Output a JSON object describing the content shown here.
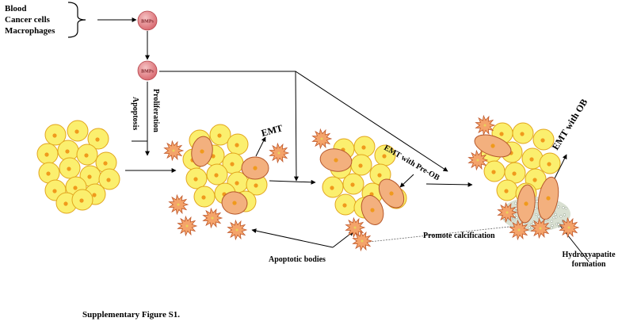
{
  "sources": [
    "Blood",
    "Cancer cells",
    "Macrophages"
  ],
  "bmp_label": "BMPs",
  "side_labels": {
    "apoptosis": "Apoptosis",
    "proliferation": "Proliferation"
  },
  "stage_labels": {
    "emt": "EMT",
    "emt_pre_ob": "EMT with Pre-OB",
    "emt_ob": "EMT with OB"
  },
  "bottom_labels": {
    "apoptotic_bodies": "Apoptotic bodies",
    "promote_calcification": "Promote calcification",
    "hydroxyapatite": [
      "Hydroxyapatite",
      "formation"
    ]
  },
  "caption": "Supplementary Figure S1.",
  "colors": {
    "cell_fill": "#fbef6e",
    "cell_stroke": "#e2a51c",
    "nucleus": "#f09a1c",
    "emt_cell_fill": "#f3b07e",
    "emt_cell_stroke": "#b5572b",
    "apoptotic_fill": "#f4a36a",
    "apoptotic_stroke": "#c0582a",
    "bmp_fill": "#e5878b",
    "bmp_stroke": "#b6454b",
    "hydroxyapatite": "#cfd8c7"
  }
}
